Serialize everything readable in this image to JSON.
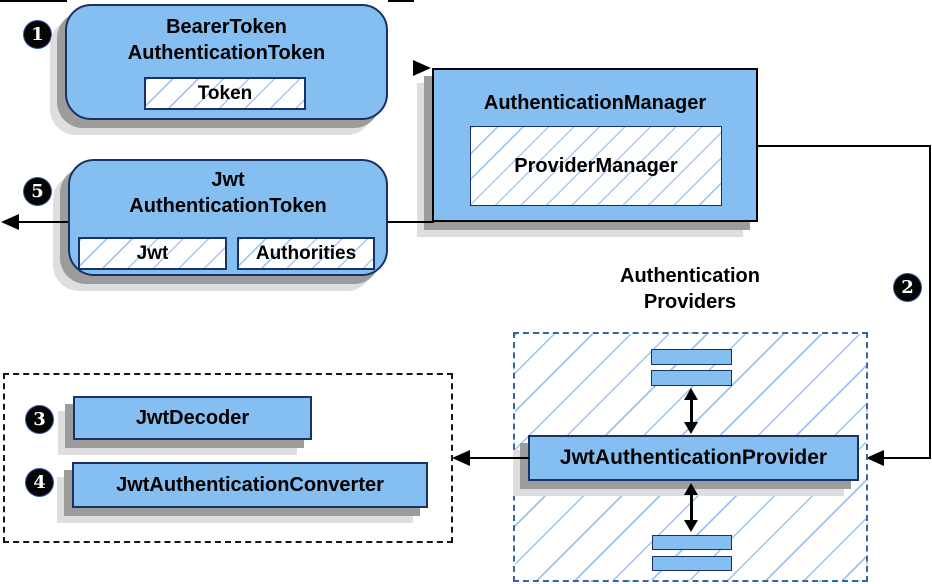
{
  "labels": {
    "bearer_line1": "BearerToken",
    "bearer_line2": "AuthenticationToken",
    "token_chip": "Token",
    "auth_manager": "AuthenticationManager",
    "provider_manager": "ProviderManager",
    "jwt_line1": "Jwt",
    "jwt_line2": "AuthenticationToken",
    "jwt_chip": "Jwt",
    "authorities_chip": "Authorities",
    "providers_title_line1": "Authentication",
    "providers_title_line2": "Providers",
    "jwt_auth_provider": "JwtAuthenticationProvider",
    "jwt_decoder": "JwtDecoder",
    "jwt_auth_converter": "JwtAuthenticationConverter"
  },
  "badges": {
    "b1": "1",
    "b2": "2",
    "b3": "3",
    "b4": "4",
    "b5": "5"
  },
  "colors": {
    "node_fill": "#85BEF0",
    "node_border": "#1A3263",
    "am_border": "#000000",
    "hatch": "#A5C9EF",
    "hatch_big": "#9CC3EC",
    "dash_blue": "#3465A4",
    "shadow1": "#9C9C9C",
    "shadow2": "#DEDEDE",
    "arrow": "#000000"
  }
}
